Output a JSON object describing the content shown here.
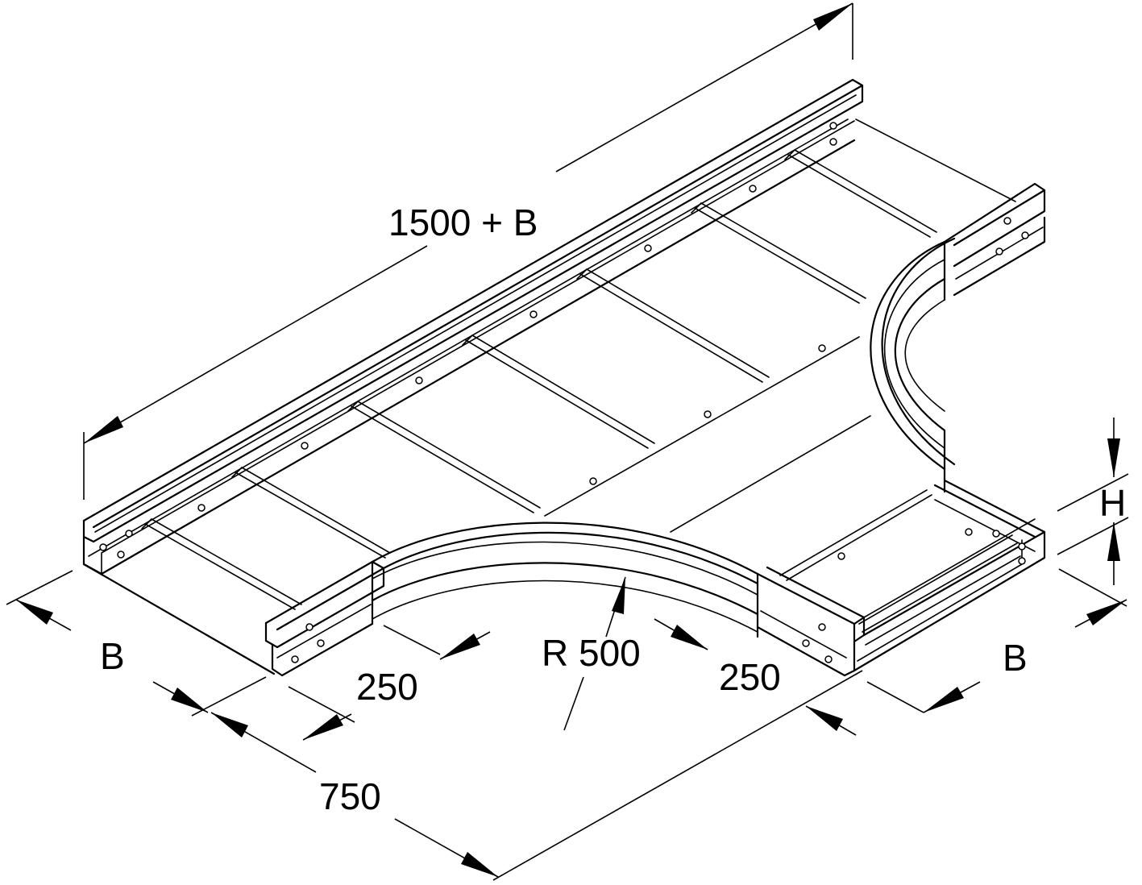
{
  "figure": {
    "description_labels": {
      "length": "1500 + B",
      "width_left": "B",
      "width_right": "B",
      "offset_left": "250",
      "offset_right": "250",
      "radius": "R 500",
      "depth": "750",
      "height": "H"
    }
  }
}
